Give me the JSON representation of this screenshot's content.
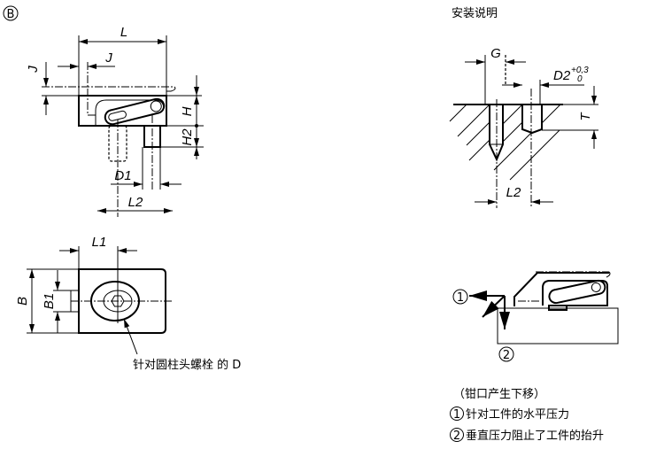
{
  "variant_label": "B",
  "side_view": {
    "dims": {
      "L": "L",
      "J_h": "J",
      "J_v": "J",
      "H": "H",
      "H2": "H2",
      "D1": "D1",
      "L2": "L2"
    }
  },
  "top_view": {
    "dims": {
      "L1": "L1",
      "B": "B",
      "B1": "B1"
    },
    "callout": "针对圆柱头螺栓 的 D"
  },
  "installation": {
    "title": "安装说明",
    "dims": {
      "G": "G",
      "D2": "D2",
      "D2_tol_upper": "+0,3",
      "D2_tol_lower": "0",
      "T": "T",
      "L2": "L2"
    }
  },
  "force_diagram": {
    "marker_1": "1",
    "marker_2": "2",
    "notes": [
      "（钳口产生下移）",
      "针对工件的水平压力",
      "垂直压力阻止了工件的抬升"
    ]
  }
}
